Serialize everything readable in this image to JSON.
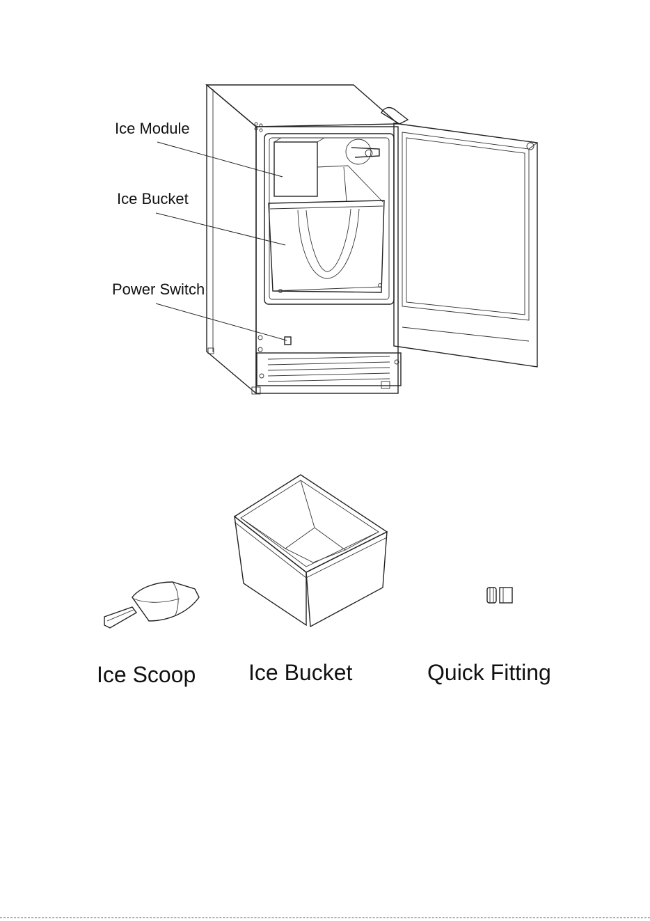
{
  "diagram": {
    "callouts": [
      {
        "id": "ice-module",
        "label": "Ice Module"
      },
      {
        "id": "ice-bucket",
        "label": "Ice Bucket"
      },
      {
        "id": "power-switch",
        "label": "Power Switch"
      }
    ]
  },
  "accessories": [
    {
      "id": "ice-scoop",
      "label": "Ice Scoop"
    },
    {
      "id": "ice-bucket",
      "label": "Ice Bucket"
    },
    {
      "id": "quick-fitting",
      "label": "Quick Fitting"
    }
  ]
}
